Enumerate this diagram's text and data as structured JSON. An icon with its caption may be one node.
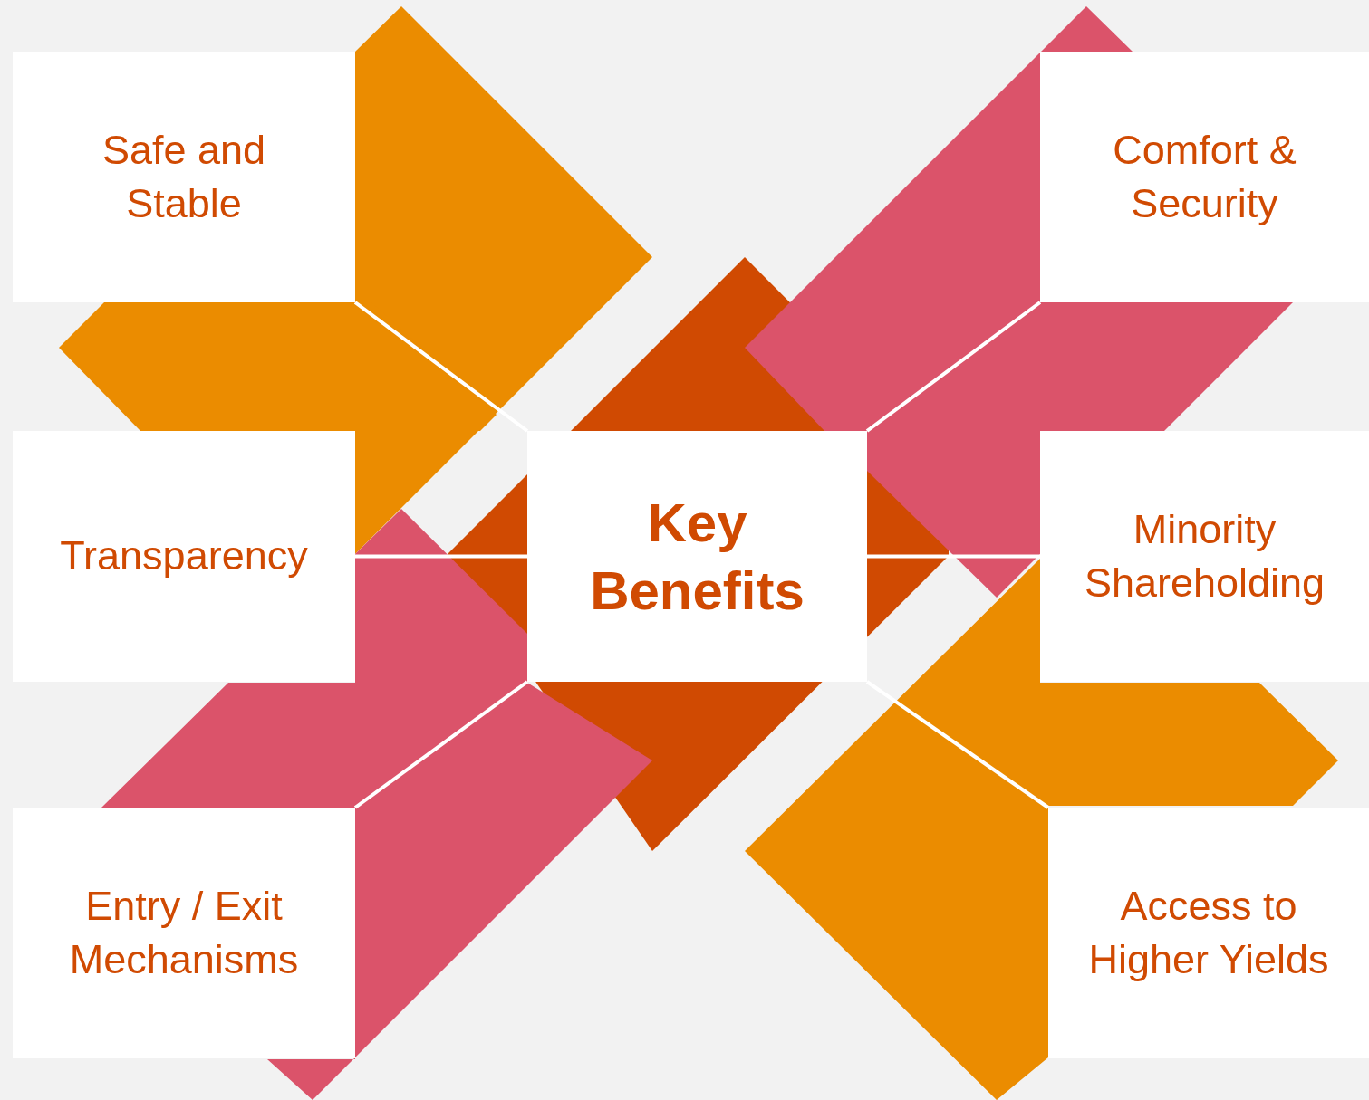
{
  "diagram": {
    "nodes": [
      {
        "text": [
          "Safe and Stable"
        ]
      },
      {
        "text": [
          "Comfort & Security"
        ]
      },
      {
        "text": [
          "Transparency"
        ]
      },
      {
        "text": [
          "Key Benefits"
        ]
      },
      {
        "text": [
          "Minority Shareholding"
        ]
      },
      {
        "text": [
          "Entry / Exit Mechanisms"
        ]
      },
      {
        "text": [
          "Access to Higher Yields"
        ]
      }
    ],
    "edges": [
      {
        "from": 3,
        "to": 0,
        "arrow": "none"
      },
      {
        "from": 3,
        "to": 1,
        "arrow": "none"
      },
      {
        "from": 3,
        "to": 2,
        "arrow": "none"
      },
      {
        "from": 3,
        "to": 4,
        "arrow": "none"
      },
      {
        "from": 3,
        "to": 5,
        "arrow": "none"
      },
      {
        "from": 3,
        "to": 6,
        "arrow": "none"
      }
    ]
  }
}
